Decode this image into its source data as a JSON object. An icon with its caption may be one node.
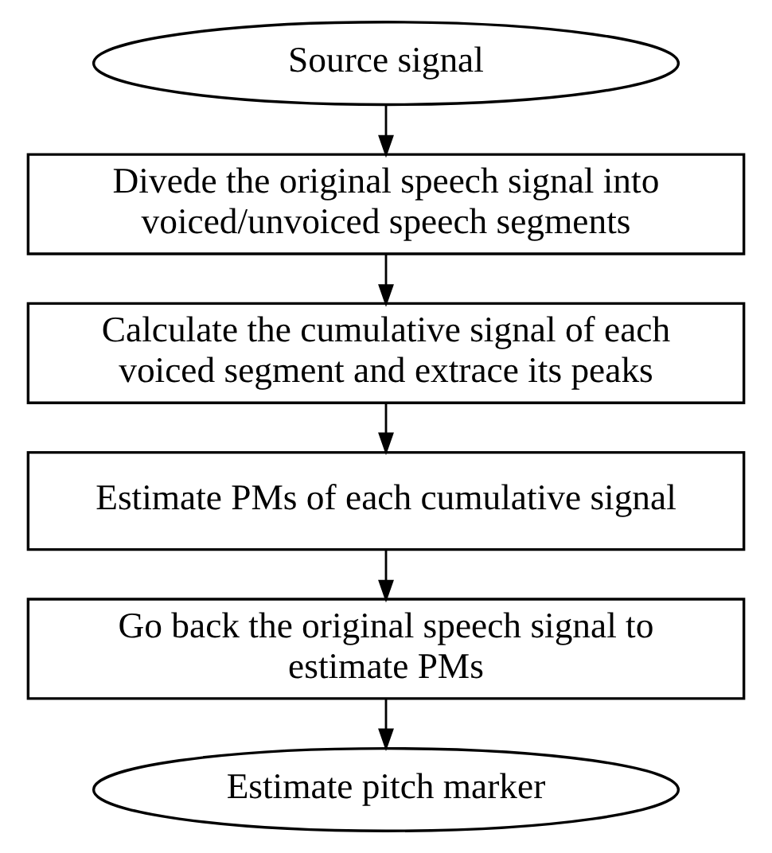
{
  "diagram": {
    "nodes": [
      {
        "text": [
          "Source signal"
        ]
      },
      {
        "text": [
          "Divede the original speech signal into voiced/unvoiced speech segments"
        ]
      },
      {
        "text": [
          "Calculate the cumulative signal of each voiced segment and extrace its peaks"
        ]
      },
      {
        "text": [
          "Estimate PMs of each cumulative signal"
        ]
      },
      {
        "text": [
          "Go back the original speech signal to estimate PMs"
        ]
      },
      {
        "text": [
          "Estimate pitch marker"
        ]
      }
    ],
    "edges": [
      {
        "from": 0,
        "to": 1,
        "arrow": "to"
      },
      {
        "from": 1,
        "to": 2,
        "arrow": "to"
      },
      {
        "from": 2,
        "to": 3,
        "arrow": "to"
      },
      {
        "from": 3,
        "to": 4,
        "arrow": "to"
      },
      {
        "from": 4,
        "to": 5,
        "arrow": "to"
      }
    ]
  }
}
